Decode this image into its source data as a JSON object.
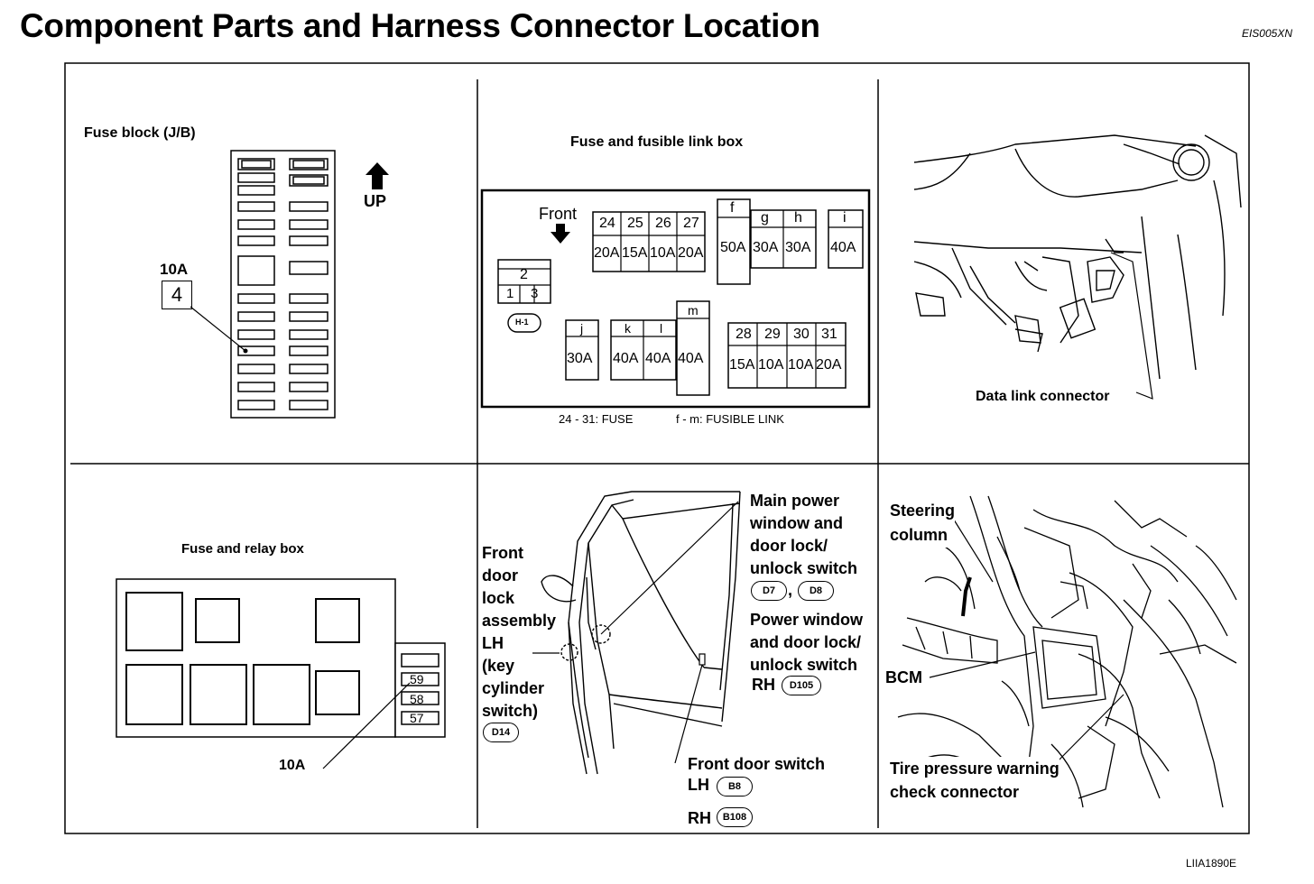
{
  "header": {
    "title": "Component Parts and Harness Connector Location",
    "doc_code": "EIS005XN"
  },
  "footer": {
    "figure_code": "LIIA1890E"
  },
  "panels": {
    "fuse_block": {
      "title": "Fuse block (J/B)",
      "up_label": "UP",
      "fuse_amp": "10A",
      "fuse_number": "4"
    },
    "fuse_link_box": {
      "title": "Fuse and fusible link box",
      "front_label": "Front",
      "slots_left": {
        "top": "2",
        "bottom_left": "1",
        "bottom_right": "3",
        "connector": "H-1"
      },
      "fuses_24_27": [
        {
          "num": "24",
          "amp": "20A"
        },
        {
          "num": "25",
          "amp": "15A"
        },
        {
          "num": "26",
          "amp": "10A"
        },
        {
          "num": "27",
          "amp": "20A"
        }
      ],
      "links_f_i": [
        {
          "id": "f",
          "amp": "50A"
        },
        {
          "id": "g",
          "amp": "30A"
        },
        {
          "id": "h",
          "amp": "30A"
        },
        {
          "id": "i",
          "amp": "40A"
        }
      ],
      "links_j_m": [
        {
          "id": "j",
          "amp": "30A"
        },
        {
          "id": "k",
          "amp": "40A"
        },
        {
          "id": "l",
          "amp": "40A"
        },
        {
          "id": "m",
          "amp": "40A"
        }
      ],
      "fuses_28_31": [
        {
          "num": "28",
          "amp": "15A"
        },
        {
          "num": "29",
          "amp": "10A"
        },
        {
          "num": "30",
          "amp": "10A"
        },
        {
          "num": "31",
          "amp": "20A"
        }
      ],
      "legend_fuse": "24 - 31: FUSE",
      "legend_link": "f - m: FUSIBLE LINK"
    },
    "data_link": {
      "label": "Data link connector"
    },
    "fuse_relay_box": {
      "title": "Fuse and relay box",
      "fuses": [
        "59",
        "58",
        "57"
      ],
      "amp_label": "10A"
    },
    "door": {
      "front_door_lock_lines": [
        "Front",
        "door",
        "lock",
        "assembly",
        "LH",
        "(key",
        "cylinder",
        "switch)"
      ],
      "front_door_lock_connector": "D14",
      "main_switch_lines": [
        "Main power",
        "window and",
        "door lock/",
        "unlock switch"
      ],
      "main_switch_connectors": [
        "D7",
        "D8"
      ],
      "rh_switch_lines": [
        "Power window",
        "and door lock/",
        "unlock switch"
      ],
      "rh_prefix": "RH",
      "rh_connector": "D105",
      "door_switch_label": "Front door switch",
      "lh_label": "LH",
      "lh_connector": "B8",
      "rh_label": "RH",
      "rh_switch_connector": "B108"
    },
    "bcm": {
      "steering_lines": [
        "Steering",
        "column"
      ],
      "bcm_label": "BCM",
      "tire_lines": [
        "Tire pressure warning",
        "check connector"
      ]
    }
  }
}
